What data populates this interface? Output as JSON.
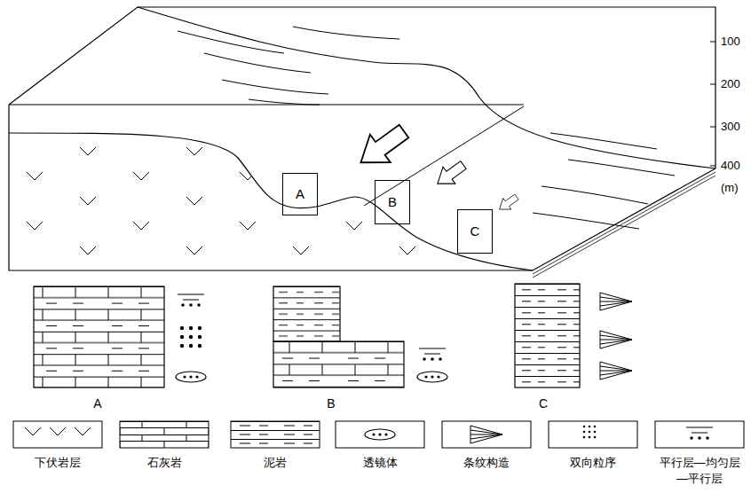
{
  "diagram": {
    "nodes": [
      {
        "text": [
          "A"
        ]
      },
      {
        "text": [
          "B"
        ]
      },
      {
        "text": [
          "C"
        ]
      }
    ],
    "labels": [
      "100",
      "200",
      "300",
      "400",
      "(m)",
      "A",
      "B",
      "C"
    ],
    "legend": [
      {
        "text": "下伏岩层"
      },
      {
        "text": "石灰岩"
      },
      {
        "text": "泥岩"
      },
      {
        "text": "透镜体"
      },
      {
        "text": "条纹构造"
      },
      {
        "text": "双向粒序"
      },
      {
        "text": "平行层—均匀层 —平行层"
      }
    ]
  }
}
